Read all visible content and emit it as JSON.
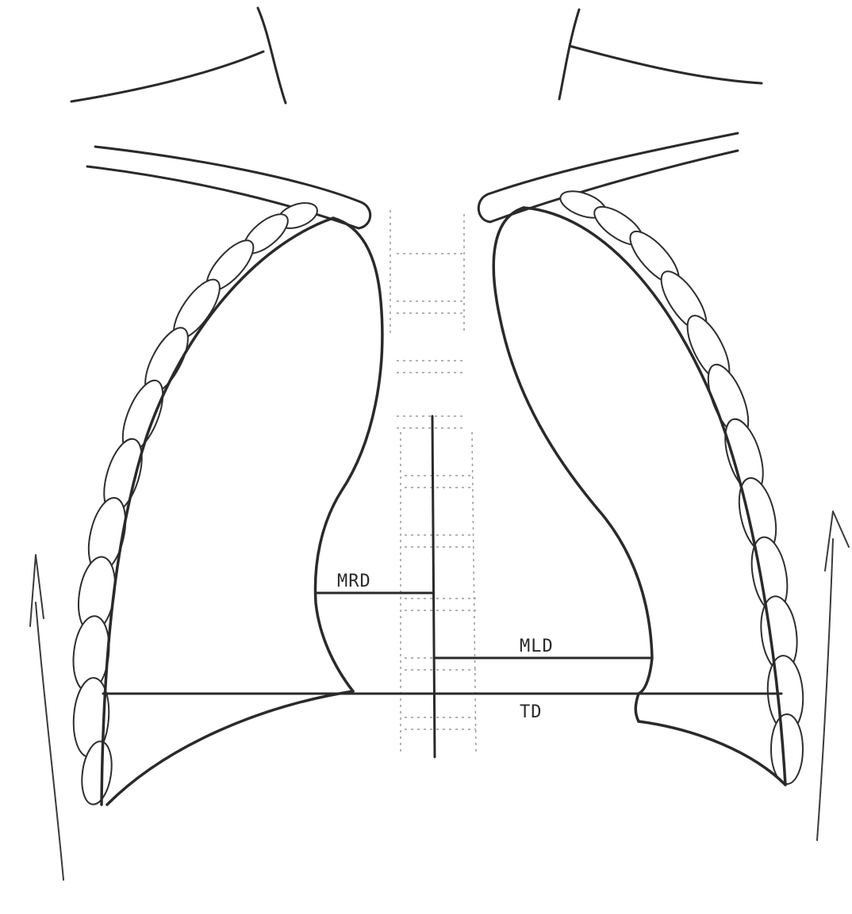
{
  "labels": {
    "mrd": "MRD",
    "mld": "MLD",
    "td": "TD"
  }
}
